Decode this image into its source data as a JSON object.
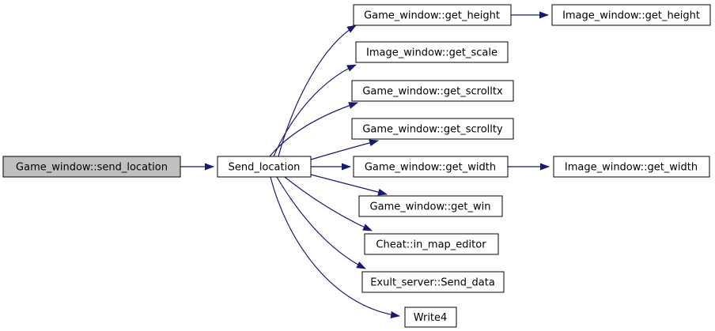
{
  "diagram": {
    "type": "call-graph",
    "colors": {
      "edge": "#191970",
      "node_border": "#000000",
      "node_fill": "#ffffff",
      "highlighted_node_fill": "#c0c0c0",
      "text": "#000000",
      "background": "#ffffff"
    },
    "nodes": [
      {
        "id": "gw_send_location",
        "label": "Game_window::send_location",
        "highlighted": true
      },
      {
        "id": "send_location",
        "label": "Send_location",
        "highlighted": false
      },
      {
        "id": "gw_get_height",
        "label": "Game_window::get_height",
        "highlighted": false
      },
      {
        "id": "iw_get_height",
        "label": "Image_window::get_height",
        "highlighted": false
      },
      {
        "id": "iw_get_scale",
        "label": "Image_window::get_scale",
        "highlighted": false
      },
      {
        "id": "gw_get_scrolltx",
        "label": "Game_window::get_scrolltx",
        "highlighted": false
      },
      {
        "id": "gw_get_scrollty",
        "label": "Game_window::get_scrollty",
        "highlighted": false
      },
      {
        "id": "gw_get_width",
        "label": "Game_window::get_width",
        "highlighted": false
      },
      {
        "id": "iw_get_width",
        "label": "Image_window::get_width",
        "highlighted": false
      },
      {
        "id": "gw_get_win",
        "label": "Game_window::get_win",
        "highlighted": false
      },
      {
        "id": "cheat_in_map_editor",
        "label": "Cheat::in_map_editor",
        "highlighted": false
      },
      {
        "id": "exult_server_send_data",
        "label": "Exult_server::Send_data",
        "highlighted": false
      },
      {
        "id": "write4",
        "label": "Write4",
        "highlighted": false
      }
    ],
    "edges": [
      {
        "from": "gw_send_location",
        "to": "send_location"
      },
      {
        "from": "send_location",
        "to": "gw_get_height"
      },
      {
        "from": "send_location",
        "to": "iw_get_scale"
      },
      {
        "from": "send_location",
        "to": "gw_get_scrolltx"
      },
      {
        "from": "send_location",
        "to": "gw_get_scrollty"
      },
      {
        "from": "send_location",
        "to": "gw_get_width"
      },
      {
        "from": "send_location",
        "to": "gw_get_win"
      },
      {
        "from": "send_location",
        "to": "cheat_in_map_editor"
      },
      {
        "from": "send_location",
        "to": "exult_server_send_data"
      },
      {
        "from": "send_location",
        "to": "write4"
      },
      {
        "from": "gw_get_height",
        "to": "iw_get_height"
      },
      {
        "from": "gw_get_width",
        "to": "iw_get_width"
      }
    ]
  }
}
